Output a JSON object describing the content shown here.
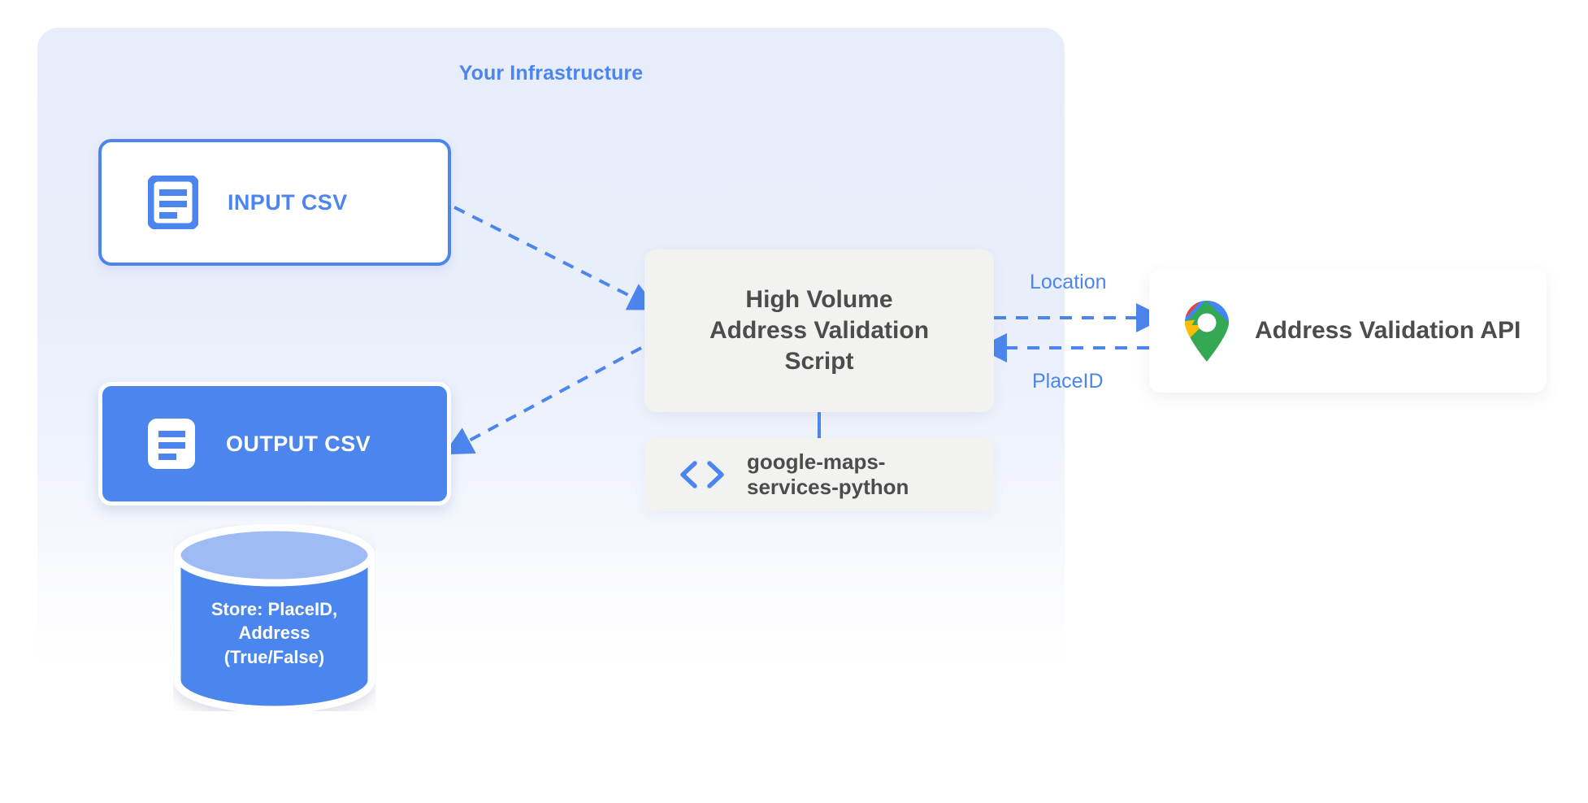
{
  "diagram": {
    "title": "Your Infrastructure",
    "accent_color": "#4c85ee",
    "panel_bg_color": "#e8edfb",
    "neutral_box_color": "#f2f2f0",
    "text_color": "#4c4c4c"
  },
  "nodes": {
    "input_csv": {
      "label": "INPUT CSV",
      "icon": "document-icon",
      "style": "outlined"
    },
    "output_csv": {
      "label": "OUTPUT CSV",
      "icon": "document-icon",
      "style": "filled"
    },
    "script": {
      "label": "High Volume\nAddress Validation\nScript"
    },
    "library": {
      "label": "google-maps-\nservices-python",
      "icon": "code-icon"
    },
    "api": {
      "label": "Address Validation API",
      "icon": "google-maps-pin-icon"
    },
    "datastore": {
      "label": "Store: PlaceID,\nAddress\n(True/False)",
      "shape": "cylinder"
    }
  },
  "edges": {
    "input_to_script": {
      "label": "",
      "style": "dashed",
      "direction": "right"
    },
    "script_to_output": {
      "label": "",
      "style": "dashed",
      "direction": "left"
    },
    "script_to_api": {
      "label": "Location",
      "style": "dashed",
      "direction": "right"
    },
    "api_to_script": {
      "label": "PlaceID",
      "style": "dashed",
      "direction": "left"
    },
    "script_to_library": {
      "label": "",
      "style": "solid",
      "direction": "none"
    }
  }
}
